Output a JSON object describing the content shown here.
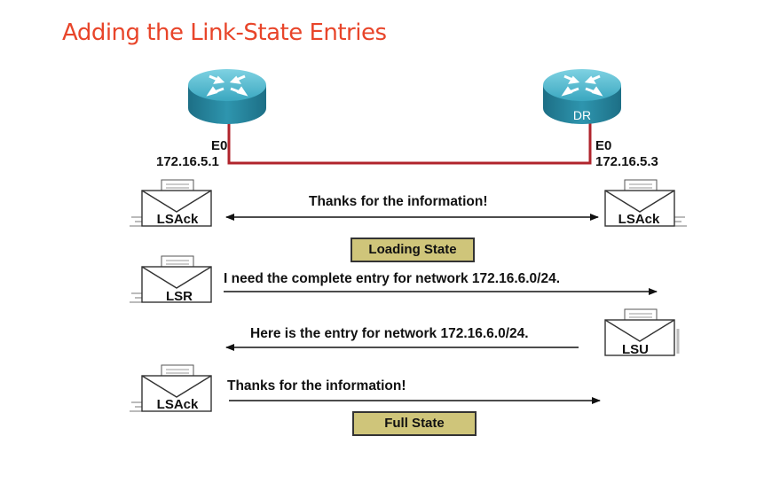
{
  "title": "Adding the Link-State Entries",
  "router_left": {
    "interface": "E0",
    "ip": "172.16.5.1"
  },
  "router_right": {
    "label": "DR",
    "interface": "E0",
    "ip": "172.16.5.3"
  },
  "packets": {
    "lsack_left_1": "LSAck",
    "lsack_right": "LSAck",
    "lsr": "LSR",
    "lsu": "LSU",
    "lsack_left_2": "LSAck"
  },
  "messages": {
    "thanks_1": "Thanks for the information!",
    "need_entry": "I need the complete entry for network 172.16.6.0/24.",
    "here_entry": "Here is the entry for network 172.16.6.0/24.",
    "thanks_2": "Thanks for the information!"
  },
  "states": {
    "loading": "Loading State",
    "full": "Full State"
  },
  "colors": {
    "title": "#e8452a",
    "link": "#b0242c",
    "router": "#2e8ea6",
    "state_box": "#cfc57a"
  }
}
